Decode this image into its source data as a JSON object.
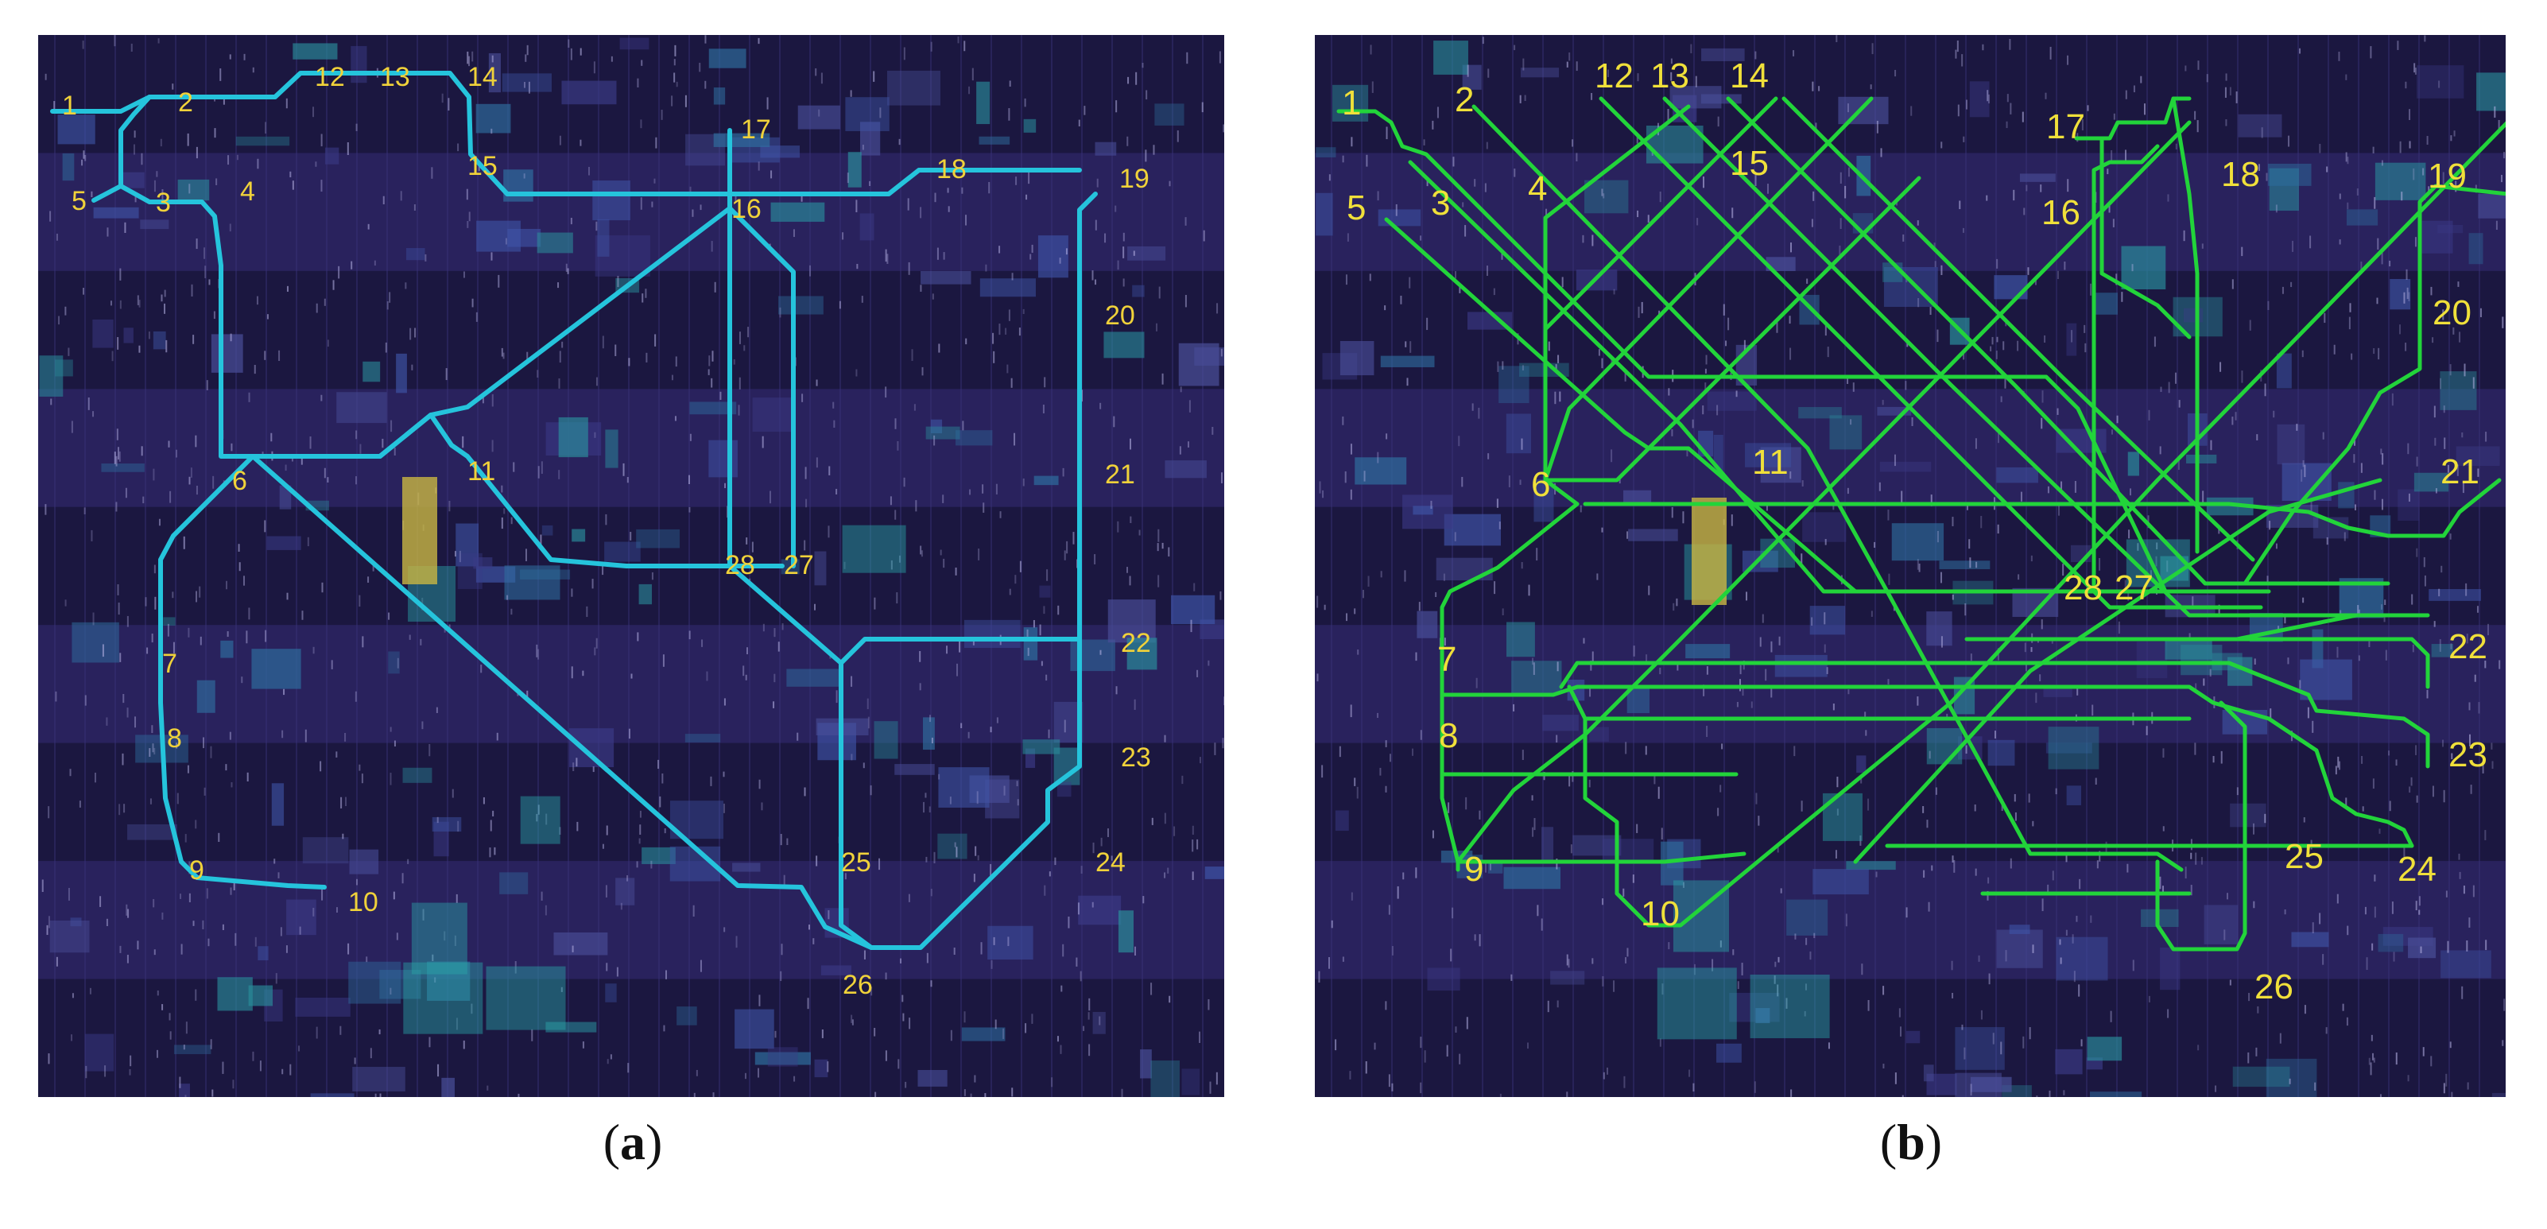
{
  "panels": [
    {
      "id": "a",
      "caption_letter": "a",
      "route_color": "#25c4dc",
      "label_color": "#f0d23a",
      "node_labels": [
        "1",
        "2",
        "3",
        "4",
        "5",
        "6",
        "7",
        "8",
        "9",
        "10",
        "11",
        "12",
        "13",
        "14",
        "15",
        "16",
        "17",
        "18",
        "19",
        "20",
        "21",
        "22",
        "23",
        "24",
        "25",
        "26",
        "27",
        "28"
      ]
    },
    {
      "id": "b",
      "caption_letter": "b",
      "route_color": "#22d43a",
      "label_color": "#f0e03a",
      "node_labels": [
        "1",
        "2",
        "3",
        "4",
        "5",
        "6",
        "7",
        "8",
        "9",
        "10",
        "11",
        "12",
        "13",
        "14",
        "15",
        "16",
        "17",
        "18",
        "19",
        "20",
        "21",
        "22",
        "23",
        "24",
        "25",
        "26",
        "27",
        "28"
      ]
    }
  ],
  "background_color": "#1f1a44"
}
